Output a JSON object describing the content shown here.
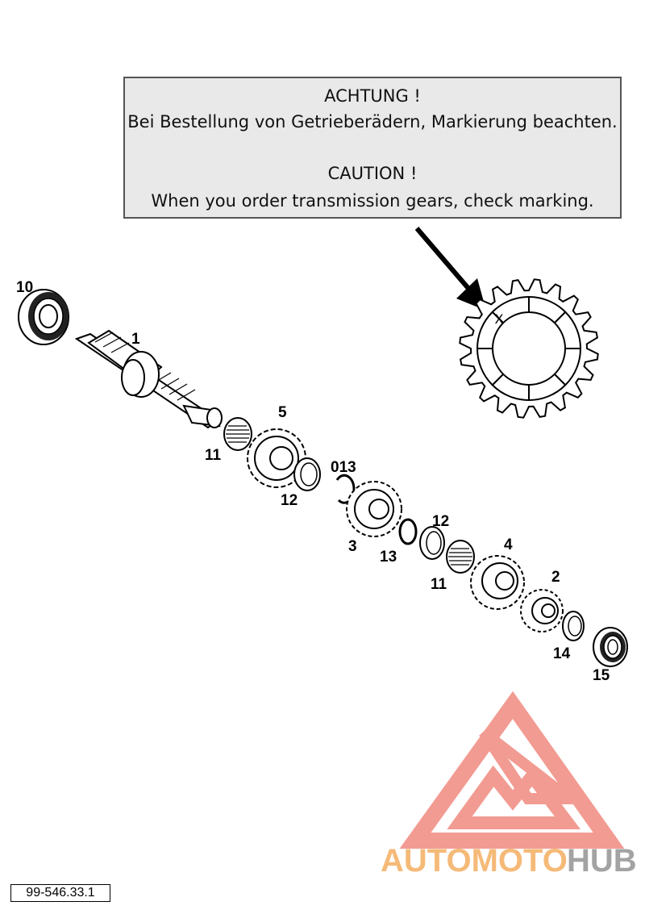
{
  "caution": {
    "de_title": "ACHTUNG !",
    "de_text": "Bei Bestellung von Getrieberädern, Markierung beachten.",
    "en_title": "CAUTION !",
    "en_text": "When you order transmission gears, check marking."
  },
  "marking_symbol": "X",
  "parts": {
    "p10": "10",
    "p1": "1",
    "p5": "5",
    "p11a": "11",
    "p12a": "12",
    "p013": "013",
    "p3": "3",
    "p13": "13",
    "p12b": "12",
    "p11b": "11",
    "p4": "4",
    "p2": "2",
    "p14": "14",
    "p15": "15"
  },
  "watermark": {
    "brand_part1": "AUTOMOTO",
    "brand_part2": "HUB",
    "colors": {
      "logo": "#f08a80",
      "text_orange": "#f5b36a",
      "text_gray": "#9a9a9a"
    }
  },
  "reference_number": "99-546.33.1"
}
